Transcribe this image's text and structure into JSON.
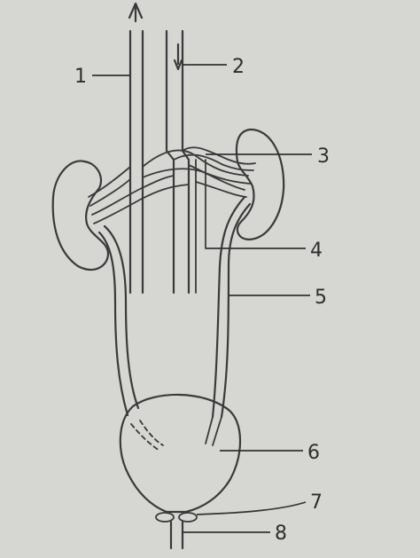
{
  "labels": {
    "l1": "1",
    "l2": "2",
    "l3": "3",
    "l4": "4",
    "l5": "5",
    "l6": "6",
    "l7": "7",
    "l8": "8"
  },
  "colors": {
    "background": "#d6d6d3",
    "ink": "#3a3a3a"
  }
}
